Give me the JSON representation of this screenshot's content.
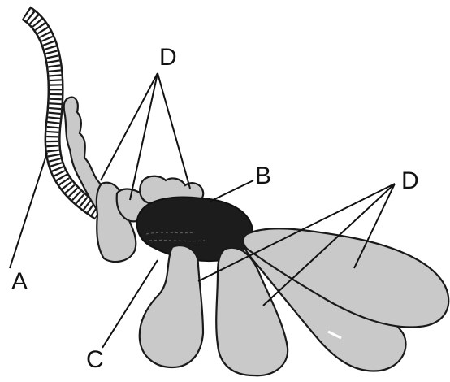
{
  "labels": {
    "a": "A",
    "b": "B",
    "c": "C",
    "d_top": "D",
    "d_right": "D"
  },
  "colors": {
    "gray_part": "#c9c9c9",
    "dark_part": "#1c1c1c",
    "outline": "#1a1a1a",
    "background": "#ffffff"
  }
}
